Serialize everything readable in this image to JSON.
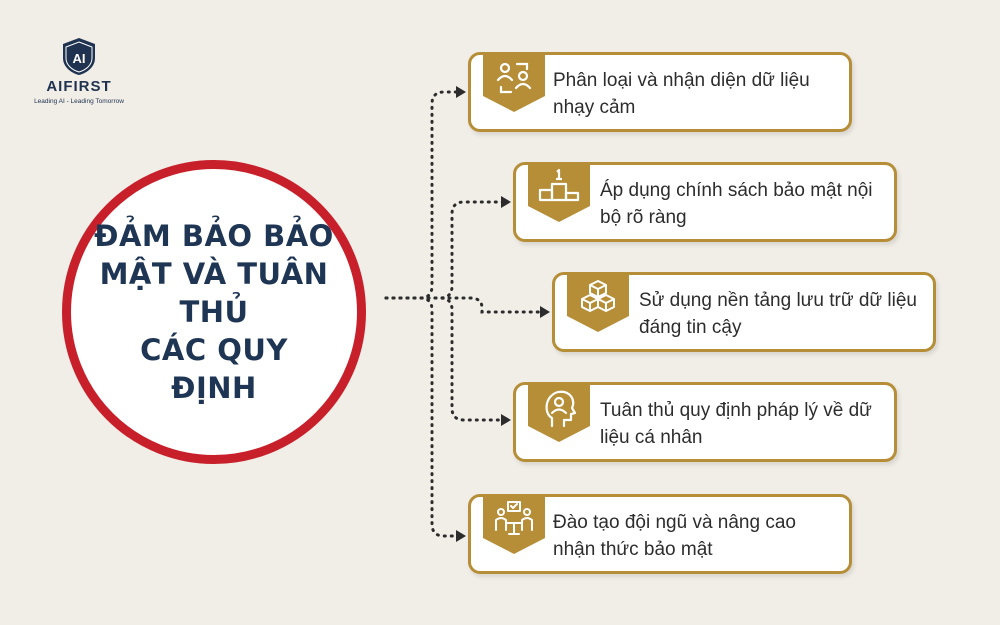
{
  "brand": {
    "name": "AIFIRST",
    "tagline": "Leading AI - Leading Tomorrow",
    "mark": "AI"
  },
  "center": {
    "title": "ĐẢM BẢO BẢO\nMẬT VÀ TUÂN THỦ\nCÁC QUY ĐỊNH"
  },
  "items": [
    {
      "icon": "user-exchange-icon",
      "text": "Phân loại và nhận diện dữ liệu nhạy cảm"
    },
    {
      "icon": "podium-icon",
      "text": "Áp dụng chính sách bảo mật nội bộ rõ ràng"
    },
    {
      "icon": "cubes-icon",
      "text": "Sử dụng nền tảng lưu trữ dữ liệu đáng tin cậy"
    },
    {
      "icon": "head-user-icon",
      "text": "Tuân thủ quy định pháp lý về dữ liệu cá nhân"
    },
    {
      "icon": "team-meeting-icon",
      "text": "Đào tạo đội ngũ và nâng cao nhận thức bảo mật"
    }
  ],
  "colors": {
    "background": "#f1ede7",
    "accent": "#b68e37",
    "ring": "#c8202b",
    "title": "#1e3554"
  }
}
